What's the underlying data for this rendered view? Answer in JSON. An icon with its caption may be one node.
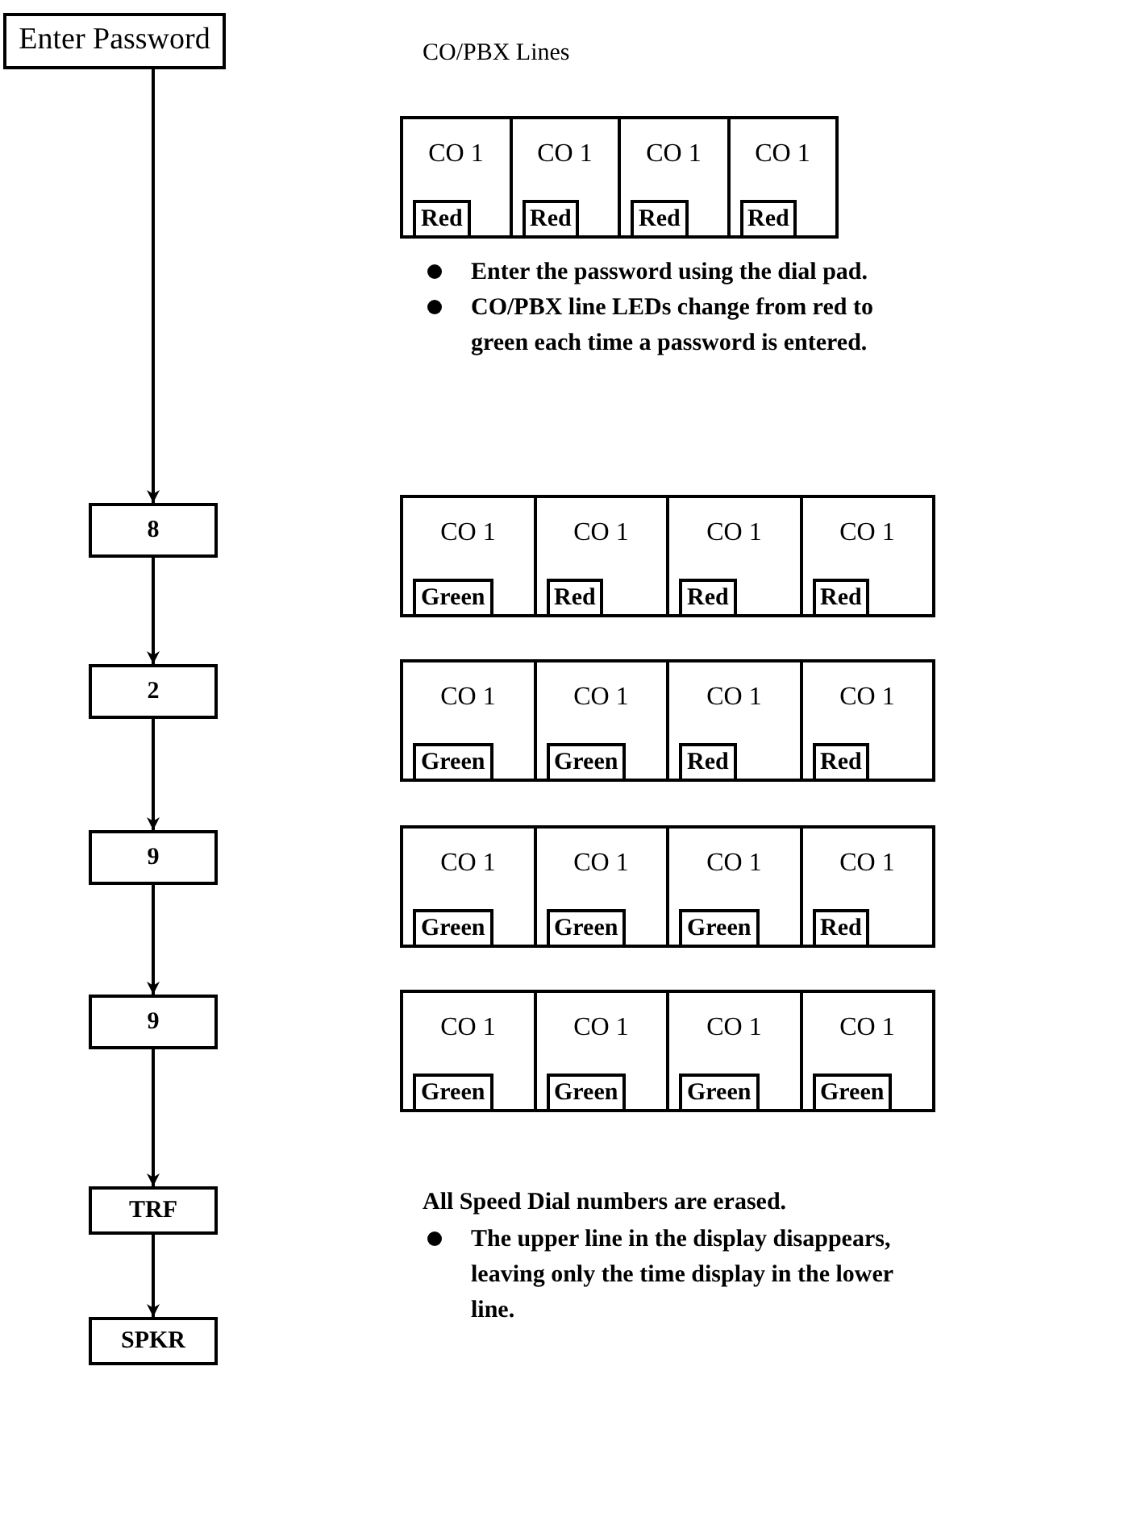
{
  "diagram": {
    "nodes": [
      {
        "text": [
          "Enter Password"
        ]
      },
      {
        "text": [
          "8"
        ]
      },
      {
        "text": [
          "2"
        ]
      },
      {
        "text": [
          "9"
        ]
      },
      {
        "text": [
          "9"
        ]
      },
      {
        "text": [
          "TRF"
        ]
      },
      {
        "text": [
          "SPKR"
        ]
      },
      {
        "text": [],
        "shape": "box"
      },
      {
        "text": [
          "CO 1"
        ],
        "in": 7
      },
      {
        "text": [
          "Red"
        ],
        "in": 8
      },
      {
        "text": [
          "CO 1"
        ],
        "in": 7
      },
      {
        "text": [
          "Red"
        ],
        "in": 10
      },
      {
        "text": [
          "CO 1"
        ],
        "in": 7
      },
      {
        "text": [
          "Red"
        ],
        "in": 12
      },
      {
        "text": [
          "CO 1"
        ],
        "in": 7
      },
      {
        "text": [
          "Red"
        ],
        "in": 14
      },
      {
        "text": [],
        "shape": "box"
      },
      {
        "text": [
          "CO 1"
        ],
        "in": 16
      },
      {
        "text": [
          "Green"
        ],
        "in": 17
      },
      {
        "text": [
          "CO 1"
        ],
        "in": 16
      },
      {
        "text": [
          "Red"
        ],
        "in": 19
      },
      {
        "text": [
          "CO 1"
        ],
        "in": 16
      },
      {
        "text": [
          "Red"
        ],
        "in": 21
      },
      {
        "text": [
          "CO 1"
        ],
        "in": 16
      },
      {
        "text": [
          "Red"
        ],
        "in": 23
      },
      {
        "text": [],
        "shape": "box"
      },
      {
        "text": [
          "CO 1"
        ],
        "in": 25
      },
      {
        "text": [
          "Green"
        ],
        "in": 26
      },
      {
        "text": [
          "CO 1"
        ],
        "in": 25
      },
      {
        "text": [
          "Green"
        ],
        "in": 28
      },
      {
        "text": [
          "CO 1"
        ],
        "in": 25
      },
      {
        "text": [
          "Red"
        ],
        "in": 30
      },
      {
        "text": [
          "CO 1"
        ],
        "in": 25
      },
      {
        "text": [
          "Red"
        ],
        "in": 32
      },
      {
        "text": [],
        "shape": "box"
      },
      {
        "text": [
          "CO 1"
        ],
        "in": 34
      },
      {
        "text": [
          "Green"
        ],
        "in": 35
      },
      {
        "text": [
          "CO 1"
        ],
        "in": 34
      },
      {
        "text": [
          "Green"
        ],
        "in": 37
      },
      {
        "text": [
          "CO 1"
        ],
        "in": 34
      },
      {
        "text": [
          "Green"
        ],
        "in": 39
      },
      {
        "text": [
          "CO 1"
        ],
        "in": 34
      },
      {
        "text": [
          "Red"
        ],
        "in": 41
      },
      {
        "text": [],
        "shape": "box"
      },
      {
        "text": [
          "CO 1"
        ],
        "in": 43
      },
      {
        "text": [
          "Green"
        ],
        "in": 44
      },
      {
        "text": [
          "CO 1"
        ],
        "in": 43
      },
      {
        "text": [
          "Green"
        ],
        "in": 46
      },
      {
        "text": [
          "CO 1"
        ],
        "in": 43
      },
      {
        "text": [
          "Green"
        ],
        "in": 48
      },
      {
        "text": [
          "CO 1"
        ],
        "in": 43
      },
      {
        "text": [
          "Green"
        ],
        "in": 50
      }
    ],
    "edges": [
      {
        "from": 0,
        "to": 1,
        "arrow": "to"
      },
      {
        "from": 1,
        "to": 2,
        "arrow": "to"
      },
      {
        "from": 2,
        "to": 3,
        "arrow": "to"
      },
      {
        "from": 3,
        "to": 4,
        "arrow": "to"
      },
      {
        "from": 4,
        "to": 5,
        "arrow": "to"
      },
      {
        "from": 5,
        "to": 6,
        "arrow": "to"
      }
    ],
    "labels": [
      "CO/PBX Lines",
      "Enter the password using the dial pad.",
      "CO/PBX line LEDs change from red to green each time a password is entered.",
      "All Speed Dial numbers are erased.",
      "The upper line in the display disappears, leaving only the time display in the lower line."
    ]
  }
}
